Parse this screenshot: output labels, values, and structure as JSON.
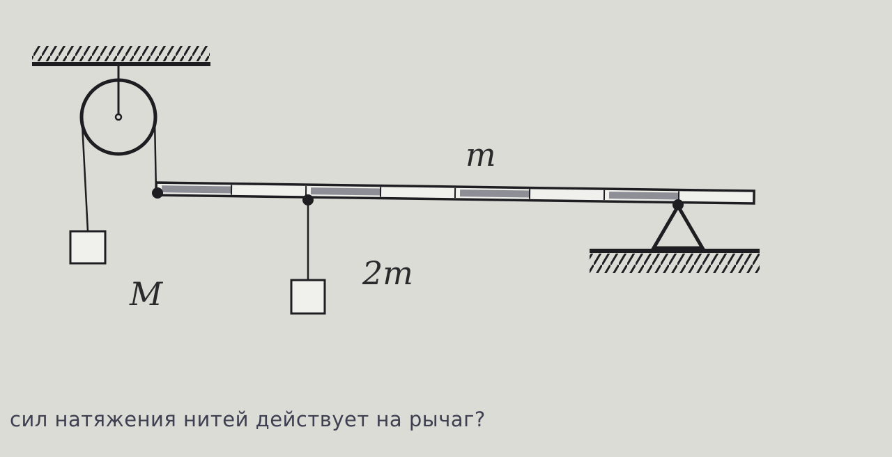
{
  "diagram": {
    "labels": {
      "bar_mass": "m",
      "hanging_mass": "2m",
      "pulley_mass": "M"
    }
  },
  "question": {
    "text": "сил натяжения нитей действует на рычаг?"
  },
  "colors": {
    "background": "#dcdcd6",
    "ink": "#1e1e22",
    "stripe_dark": "#8e8e96",
    "stripe_light": "#f0f0ec",
    "caption": "#3e4052"
  }
}
